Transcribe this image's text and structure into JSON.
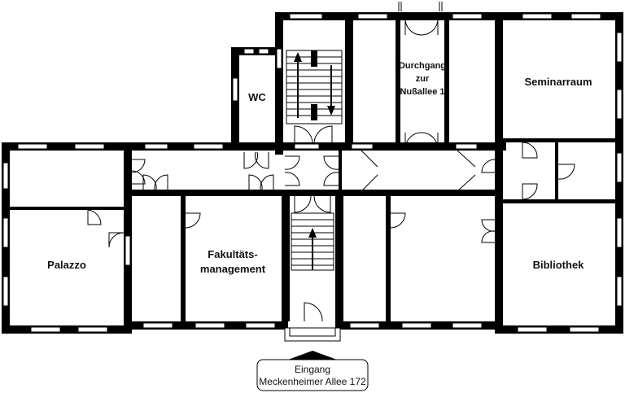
{
  "rooms": {
    "wc": "WC",
    "durchgang": [
      "Durchgang",
      "zur",
      "Nußallee 1"
    ],
    "seminarraum": "Seminarraum",
    "palazzo": "Palazzo",
    "fakultaet": [
      "Fakultäts-",
      "management"
    ],
    "bibliothek": "Bibliothek"
  },
  "entrance": {
    "line1": "Eingang",
    "line2": "Meckenheimer Allee 172"
  },
  "colors": {
    "wall": "#000000",
    "floor": "#ffffff",
    "window": "#ffffff"
  }
}
